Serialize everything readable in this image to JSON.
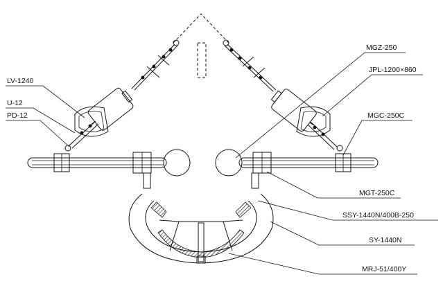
{
  "labels": {
    "lv": "LV-1240",
    "u": "U-12",
    "pd": "PD-12",
    "mgz": "MGZ-250",
    "jpl": "JPL-1200×860",
    "mgc": "MGC-250C",
    "mgt": "MGT-250C",
    "ssy_b": "SSY-1440N/400B-250",
    "sy": "SY-1440N",
    "mrj": "MRJ-51/400Y"
  }
}
